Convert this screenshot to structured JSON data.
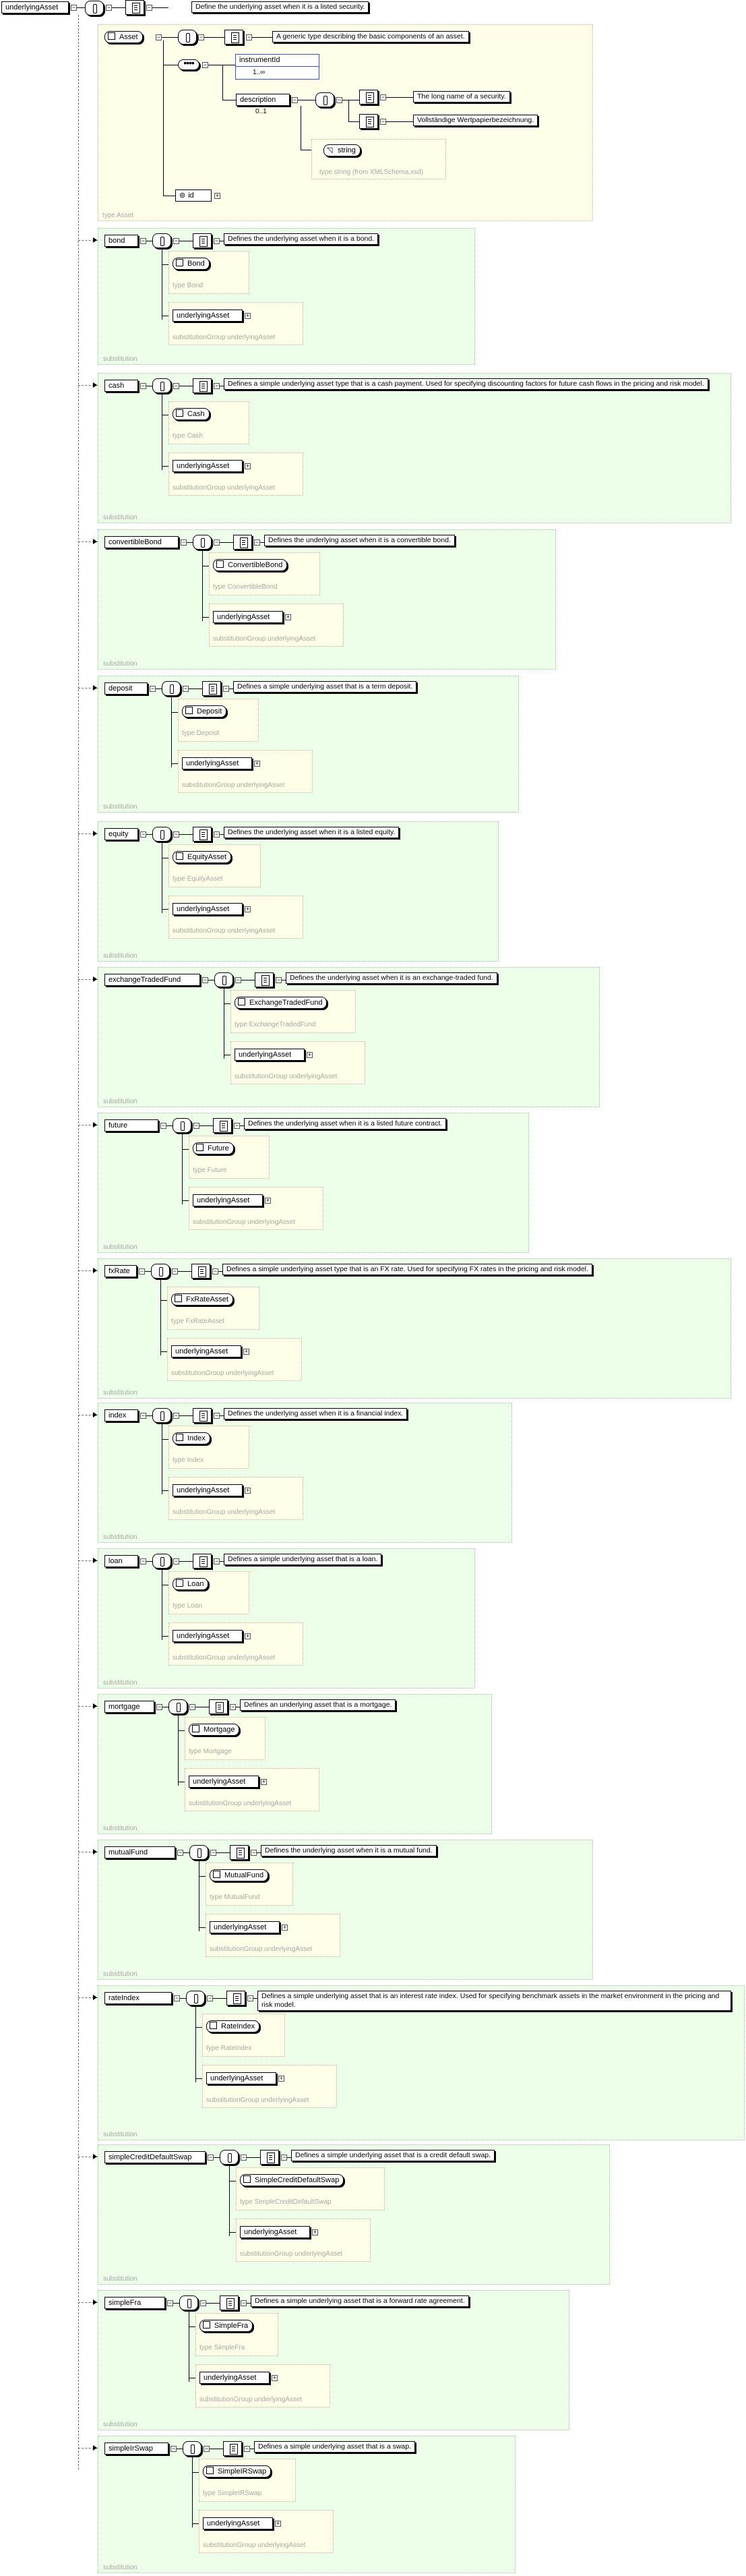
{
  "root": {
    "label": "underlyingAsset",
    "doc": "Define the underlying asset when it is a listed security."
  },
  "asset": {
    "label": "Asset",
    "doc": "A generic type describing the basic components of an asset.",
    "type_label": "type  Asset",
    "instrument_id": {
      "label": "instrumentId",
      "occurs": "1..∞"
    },
    "description": {
      "label": "description",
      "occurs": "0..1",
      "doc1": "The long name of a security.",
      "doc2": "Vollständige Wertpapierbezeichnung.",
      "type_name": "string",
      "type_label": "type  string (from XMLSchema.xsd)"
    },
    "id_attr": "id"
  },
  "substitution_label": "substitution",
  "group_label": "substitutionGroup  underlyingAsset",
  "member_underlying": "underlyingAsset",
  "members": [
    {
      "name": "bond",
      "type": "Bond",
      "type_label": "type  Bond",
      "doc": "Defines the underlying asset when it is a bond."
    },
    {
      "name": "cash",
      "type": "Cash",
      "type_label": "type  Cash",
      "doc": "Defines a simple underlying asset type that is a cash payment. Used for specifying discounting factors for future cash flows in the pricing and risk model."
    },
    {
      "name": "convertibleBond",
      "type": "ConvertibleBond",
      "type_label": "type  ConvertibleBond",
      "doc": "Defines the underlying asset when it is a convertible bond."
    },
    {
      "name": "deposit",
      "type": "Deposit",
      "type_label": "type  Deposit",
      "doc": "Defines a simple underlying asset that is a term deposit."
    },
    {
      "name": "equity",
      "type": "EquityAsset",
      "type_label": "type  EquityAsset",
      "doc": "Defines the underlying asset when it is a listed equity."
    },
    {
      "name": "exchangeTradedFund",
      "type": "ExchangeTradedFund",
      "type_label": "type  ExchangeTradedFund",
      "doc": "Defines the underlying asset when it is an exchange-traded fund."
    },
    {
      "name": "future",
      "type": "Future",
      "type_label": "type  Future",
      "doc": "Defines the underlying asset when it is a listed future contract."
    },
    {
      "name": "fxRate",
      "type": "FxRateAsset",
      "type_label": "type  FxRateAsset",
      "doc": "Defines a simple underlying asset type that is an FX rate. Used for specifying FX rates in the pricing and risk model."
    },
    {
      "name": "index",
      "type": "Index",
      "type_label": "type  Index",
      "doc": "Defines the underlying asset when it is a financial index."
    },
    {
      "name": "loan",
      "type": "Loan",
      "type_label": "type  Loan",
      "doc": "Defines a simple underlying asset that is a loan."
    },
    {
      "name": "mortgage",
      "type": "Mortgage",
      "type_label": "type  Mortgage",
      "doc": "Defines an underlying asset that is a mortgage."
    },
    {
      "name": "mutualFund",
      "type": "MutualFund",
      "type_label": "type  MutualFund",
      "doc": "Defines the underlying asset when it is a mutual fund."
    },
    {
      "name": "rateIndex",
      "type": "RateIndex",
      "type_label": "type  RateIndex",
      "doc": "Defines a simple underlying asset that is an interest rate index. Used for specifying benchmark assets in the market environment in the pricing and risk model."
    },
    {
      "name": "simpleCreditDefaultSwap",
      "type": "SimpleCreditDefaultSwap",
      "type_label": "type  SimpleCreditDefaultSwap",
      "doc": "Defines a simple underlying asset that is a credit default swap."
    },
    {
      "name": "simpleFra",
      "type": "SimpleFra",
      "type_label": "type  SimpleFra",
      "doc": "Defines a simple underlying asset that is a forward rate agreement."
    },
    {
      "name": "simpleIrSwap",
      "type": "SimpleIRSwap",
      "type_label": "type  SimpleIRSwap",
      "doc": "Defines a simple underlying asset that is a swap."
    }
  ]
}
